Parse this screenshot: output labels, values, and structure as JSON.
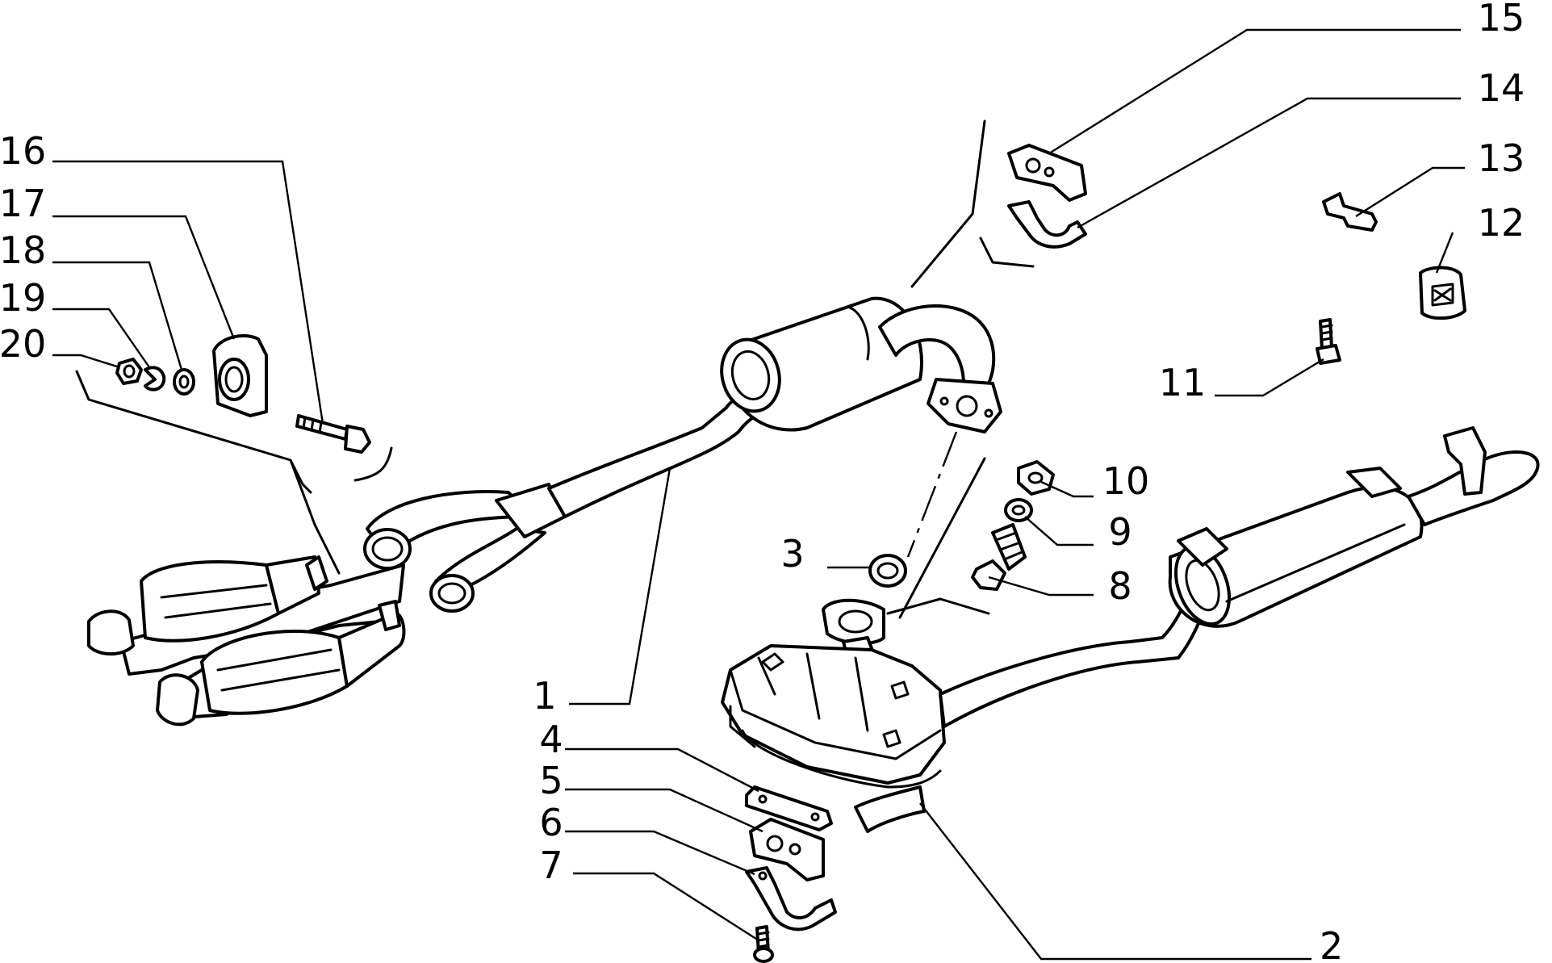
{
  "diagram": {
    "callouts": [
      {
        "id": "1",
        "label": "1"
      },
      {
        "id": "2",
        "label": "2"
      },
      {
        "id": "3",
        "label": "3"
      },
      {
        "id": "4",
        "label": "4"
      },
      {
        "id": "5",
        "label": "5"
      },
      {
        "id": "6",
        "label": "6"
      },
      {
        "id": "7",
        "label": "7"
      },
      {
        "id": "8",
        "label": "8"
      },
      {
        "id": "9",
        "label": "9"
      },
      {
        "id": "10",
        "label": "10"
      },
      {
        "id": "11",
        "label": "11"
      },
      {
        "id": "12",
        "label": "12"
      },
      {
        "id": "13",
        "label": "13"
      },
      {
        "id": "14",
        "label": "14"
      },
      {
        "id": "15",
        "label": "15"
      },
      {
        "id": "16",
        "label": "16"
      },
      {
        "id": "17",
        "label": "17"
      },
      {
        "id": "18",
        "label": "18"
      },
      {
        "id": "19",
        "label": "19"
      },
      {
        "id": "20",
        "label": "20"
      }
    ]
  },
  "colors": {
    "line": "#000000",
    "background": "#ffffff"
  }
}
